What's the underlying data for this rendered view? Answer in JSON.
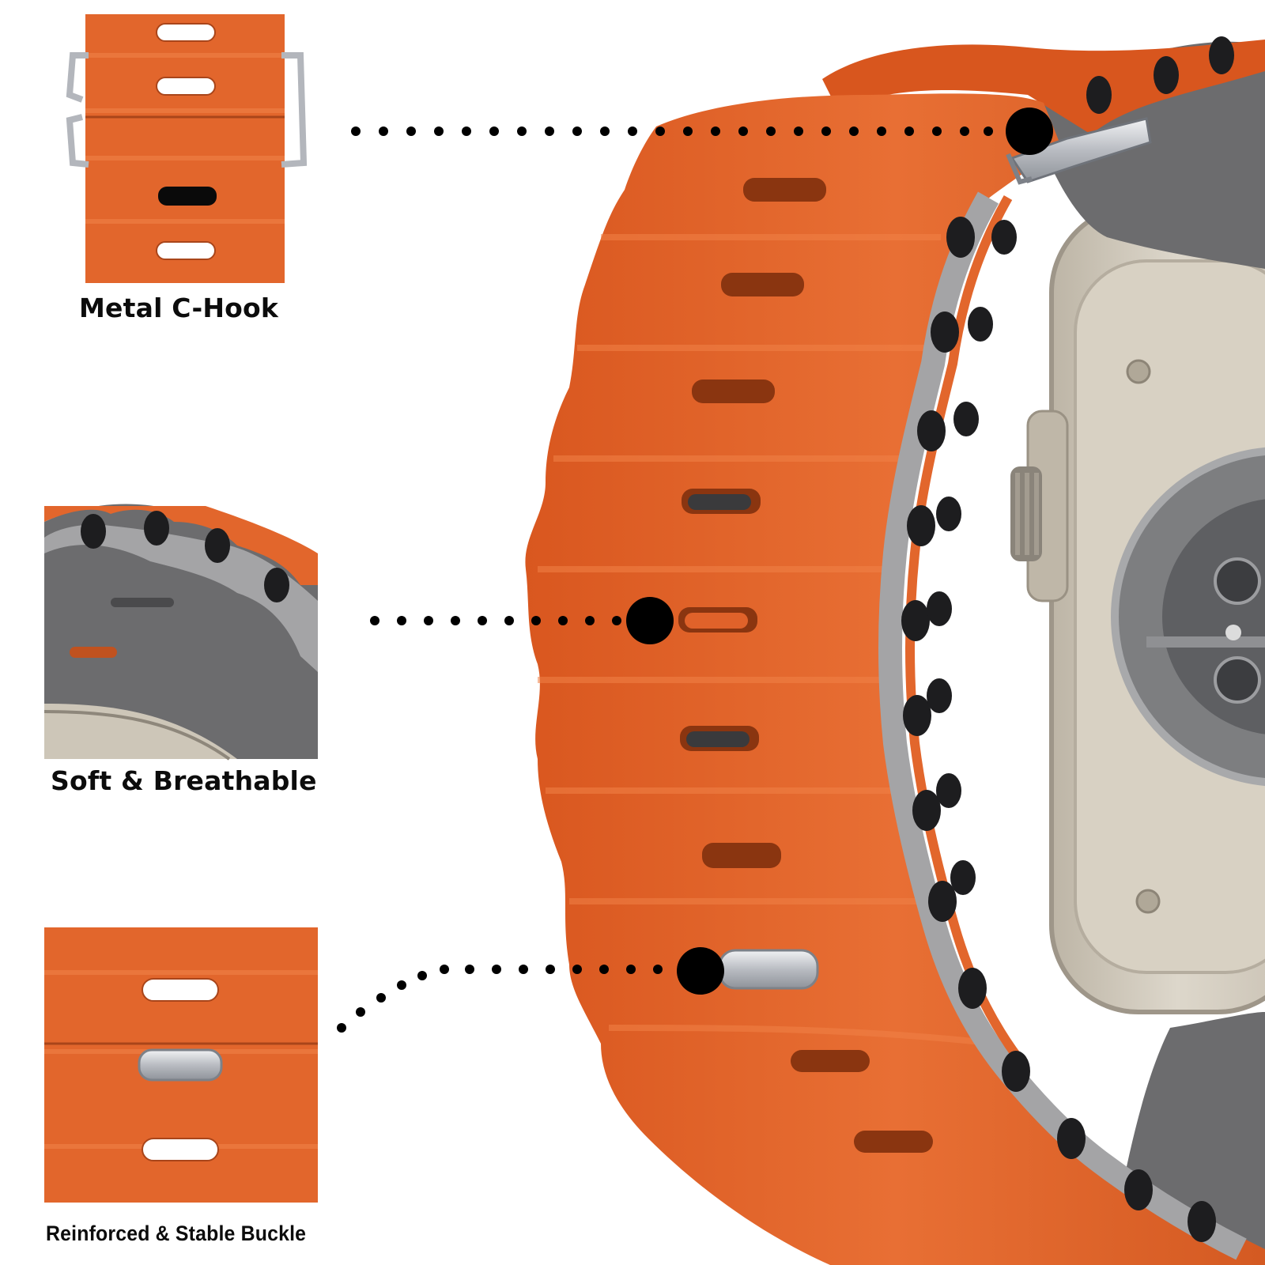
{
  "features": [
    {
      "label": "Metal C-Hook"
    },
    {
      "label": "Soft & Breathable"
    },
    {
      "label": "Reinforced & Stable Buckle"
    }
  ],
  "colors": {
    "band_orange": "#e0622a",
    "band_orange_dark": "#c24e1c",
    "band_gray": "#6c6c6e",
    "band_inner_gray": "#a4a4a6",
    "case_titanium": "#cdc6b8",
    "metal": "#c9ccd1",
    "dot": "#000000"
  },
  "icons": [
    "metal-c-hook-icon",
    "band-vent-hole-icon",
    "metal-buckle-icon",
    "watch-case-icon"
  ]
}
